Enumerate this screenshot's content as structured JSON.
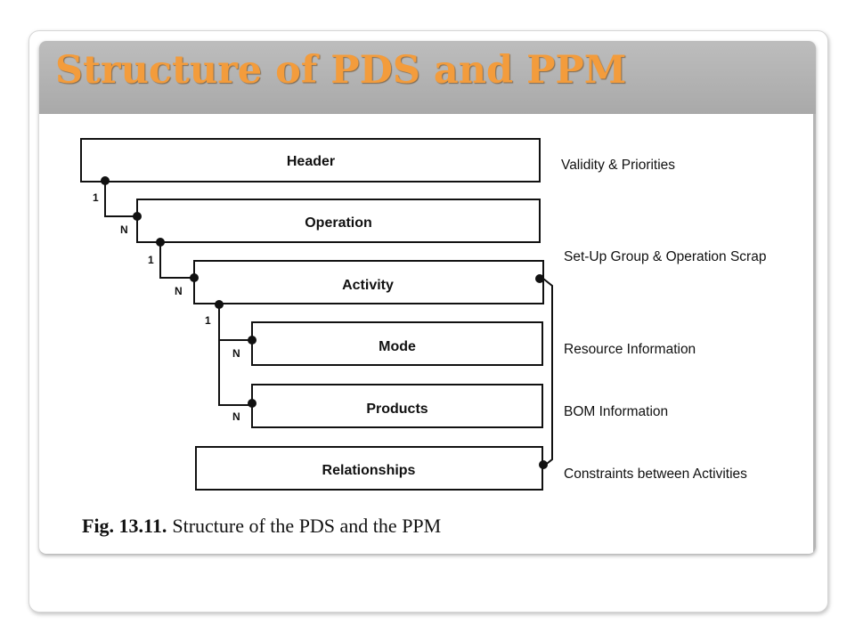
{
  "slide": {
    "title": "Structure of PDS and PPM"
  },
  "diagram": {
    "boxes": {
      "header": "Header",
      "operation": "Operation",
      "activity": "Activity",
      "mode": "Mode",
      "products": "Products",
      "relationships": "Relationships"
    },
    "descriptions": {
      "header": "Validity & Priorities",
      "operation": "Set-Up Group & Operation Scrap",
      "mode": "Resource Information",
      "products": "BOM Information",
      "relationships": "Constraints between Activities"
    },
    "cardinality": {
      "one": "1",
      "many": "N"
    },
    "caption": {
      "label": "Fig. 13.11.",
      "text": "Structure of the PDS and the PPM"
    }
  }
}
